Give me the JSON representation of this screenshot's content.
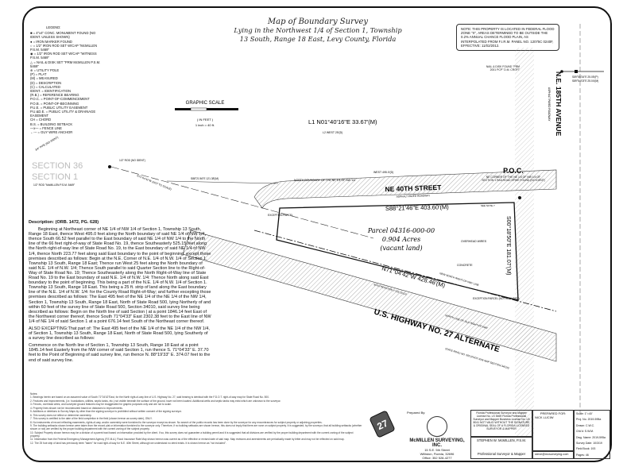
{
  "title": {
    "line1": "Map of Boundary Survey",
    "line2": "Lying in the Northwest 1/4 of Section 1, Township",
    "line3": "13 South, Range 18 East, Levy County, Florida"
  },
  "legend": {
    "heading": "LEGEND:",
    "items": [
      "■ = 4\"x4\" CONC. MONUMENT FOUND (NO IDENT. UNLESS SHOWN)",
      "● = IRON MARKER FOUND",
      "○ = 1/2\" IRON ROD SET W/CAP \"McMILLEN P.S.M. 5469\"",
      "◉ = 1/2\" IRON ROD SET W/CAP \"WITNESS P.S.M. 5469\"",
      "△ = NAIL & DISK SET \"PRM McMILLEN P.S.M. 5469\"",
      "⊕ = UTILITY POLE",
      "(P) = PLAT",
      "(M) = MEASURED",
      "(D) = DESCRIPTION",
      "(C) = CALCULATED",
      "IDENT. = IDENTIFICATION",
      "(R.B.) = REFERENCE BEARING",
      "P.O.C. = POINT-OF-COMMENCEMENT",
      "P.O.B. = POINT-OF-BEGINNING",
      "P.U.E. = PUBLIC UTILITY EASEMENT",
      "P.U.&D.E. = PUBLIC UTILITY & DRAINAGE EASEMENT",
      "CH = CHORD",
      "B.S. = BUILDING SETBACK",
      "—x— = FENCE LINE",
      "←--- = GUY WIRE ANCHOR"
    ]
  },
  "scale": {
    "title": "GRAPHIC SCALE",
    "unit": "( IN FEET )",
    "ratio": "1 inch = 40 ft."
  },
  "flood_note": "NOTE: THIS PROPERTY IS LOCATED IN FEDERAL FLOOD ZONE \"X\", AREAS DETERMINED TO BE OUTSIDE THE 0.2% ANNUAL CHANCE FLOOD PLAIN, AS INTERPOLATED FROM F.I.R.M. PANEL NO. 12075C 0240F, EFFECTIVE: 11/02/2012.",
  "map": {
    "l1": "L1  N01°40'16\"E  33.67'(M)",
    "l2": "L2  WEST 25'(D)",
    "street_north": "NE 40TH STREET",
    "street_north_sub": "ASPHALT PAVED ROADWAY",
    "avenue": "N.E. 185TH AVENUE",
    "avenue_sub": "ASPHALT PAVED ROADWAY",
    "highway": "U.S. HIGHWAY NO. 27 ALTERNATE",
    "highway_sub": "STATE ROAD NO. 500 (FDOT R/W MAP SECTION 34010)",
    "north_bearing": "S88°21'46\"E  403.60'(M)",
    "south_bearing": "N71°04'42\"W  428.46'(M)",
    "east_bearing": "S00°18'50\"E  181.07'(M)",
    "west_line": "WEST 495.0'(D)",
    "parcel": "Parcel 04316-000-00",
    "acres": "0.904 Acres",
    "vacant": "(vacant land)",
    "poc": "P.O.C.",
    "poc_desc": "NE CORNER OF THE NE 1/4 OF NW 1/4 OF SECTION 1 RAILROAD SPIKE FOUND (NO IDENT)",
    "section36": "SECTION 36",
    "section1": "SECTION 1",
    "nail_found": "NAIL & DISK FOUND \"PRM 2001 PCP\" D.M. CROFT",
    "ties": [
      "S89°55'34\"E 25.05'(P)",
      "S89°54'03\"E 25.04'(M)"
    ],
    "labels": {
      "concrete": "CONCRETE",
      "overhead": "OVERHEAD WIRES",
      "new_row": "NEW NORTH RIGHT-OF-WAY LINE",
      "exception": "EXCEPTION PARCEL (NOT INCLUDED)",
      "exception2": "EXCEPTION PARCEL",
      "old_row": "NORTH LINE OF OLD RIGHT-OF-WAY",
      "see_note": "SEE NOTE 7",
      "north_bound": "NORTH BOUNDARY OF THE NE 1/4 OF NW 1/4",
      "rod": "1/2\" ROD (NO IDENT)",
      "rod2": "1/2\" ROD \"McMILLEN P.S.M. 5469\"",
      "pipe": "3/4\" PIPE (NO IDENT)",
      "tie1": "S88°21'46\"E 121.38'(M)",
      "tie2": "N71°04'42\"W (NOT TO SCALE)",
      "se": "SOUTHEASTERLY 525.15'(D)",
      "hwy_shield": "27"
    }
  },
  "description": {
    "heading": "Description:  (ORB. 1472, PG. 628)",
    "p1": "Beginning at Northeast corner of NE 1/4 of NW 1/4 of Section 1, Township 13 South, Range 18 East, thence West 495.0 feet along the North boundary of said NE 1/4 of NW 1/4, thence South 66.52 feet parallel to the East boundary of said NE 1/4 of NW 1/4 to the North line of the 66 feet right-of-way of State Road No. 19, thence Southeasterly 525.15 feet along the North right-of-way line of State Road No. 19, to the East boundary of said NE 1/4 of NW 1/4, thence North 223.77 feet along said East boundary to the point of beginning: except those premises described as follows: Begin at the N.E. Corner of N.E. 1/4 of N.W. 1/4 of Section 1, Township 13 South, Range 18 East; Thence run West 25 feet along the North boundary of said N.E. 1/4 of N.W. 1/4; Thence South parallel to said Quarter Section line to the Right-of-Way of State Road No. 19; Thence Southeasterly along the North Right-of-Way line of State Road No. 19 to the East boundary of said N.E. 1/4 of N.W. 1/4: Thence North along said East boundary to the point of beginning. This being a part of the N.E. 1/4 of N.W. 1/4 of Section 1. Township 13 South, Range 18 East. This being a 25 ft. strip of land along the East boundary line of the N.E. 1/4 of N.W. 1/4: for the County Road Right-of-Way; and further excepting those premises described as follows: The East 495 feet of the NE 1/4 of the NE 1/4 of the NW 1/4, Section 1, Township 13 South, Range 18 East, North of State Road 500, lying Northerly of and within 60 feet of the survey line of State Road 500, Section 34010, said survey line being described as follows: Begin on the North line of said Section | at a point 1846.14 feet East of the Northwest corner thereof, thence South 71°04'33\" East 2302.38 feet to the East line of NW 1/4 of NE 1/4 of said Section 1 at a point 676.14 feet South of the Northeast corner thereof.",
    "p2": "ALSO EXCEPTING:That part of: The East 495 feet of the NE 1/4 of the NE 1/4 of the NW 1/4, of Section 1, Township 13 South, Range 18 East, North of State Road 500, lying Southerly of a survey line described as follows:",
    "p3": "Commence on the North line of Section 1, Township 13 South, Range 18 East at a point 1845.14 feet Easterly from the NW corner of said Section 1, run thence S. 71°04'33\" E. 37.70 feet to the Point of Beginning of said survey line, run thence N. 88°19'33\" E. 374.07 feet to the end of said survey line."
  },
  "notes": {
    "heading": "Notes:",
    "items": [
      "1. Bearings herein are based on an assumed value of South 71°04'42\"East, for the North right-of-way line of U.S. Highway No. 27, said bearing is identical with the F.D.O.T. right-of-way map for State Road No. 500.",
      "2. Features and improvements, (i.e. foundations, utilities, septic tanks, etc.) not visible beneath the surface of the ground, have not been located. Additional wells and septic tanks may exist which are unknown to the surveyor.",
      "3. Fences, overhead wires, and surveyed ground features may be exaggerated for graphic purposes only and are not to scale.",
      "4. Property lines shown not be reconstructed based on distances to improvements.",
      "5. Additions or deletions to Survey Maps by other than the signing surveyor is prohibited without written consent of the signing surveyor.",
      "6. This survey does not reflect or determine ownership.",
      "7. This survey is certified to the date of the field completion in the field (shown hereon as survey date), ONLY.",
      "8. No instruments of record reflecting easements, rights-of-way, and/or ownership were furnished to the surveyor except as shown. No search of the public records has been done by the surveyor for any encumbrances for subject property or adjoining properties.",
      "9. The building setbacks shown hereon were taken from the record plat or information furnished to the surveyor only. Therefore, if no building setbacks are shown hereon, this does not imply that there are none on subject property. It is suggested, by the surveyor, that all building setbacks (whether shown or not) are verified by the proper building department with the current zoning of the subject property.",
      "10. Subject Property shown hereon may be a division of a parent tract based on information provided by the client. If so, this survey does not guarantee a building permit and it is suggested that all divisions are verified by the proper building department with the current zoning of the subject property.",
      "11. Information from the Federal Emergency Management Agency (F.E.M.A.) Flood Insurance Rate Map shown hereon was current as of the effective or revised date of said map. Map revisions and amendments are periodically made by letter and may not be reflected on said map.",
      "12. The 25 foot strip of land has previously been \"taken\" for road right-of-way for N.E. 40th Street, although we understand no deed exists. It is shown hereon as \"not included\"."
    ]
  },
  "title_block": {
    "prepared_by": "Prepared By:",
    "company": "McMILLEN SURVEYING, INC.",
    "address1": "15 S.E. 5th Street",
    "address2": "Williston, Florida, 32696",
    "phone": "Office: 352 528-4277",
    "license": "Florida Professional Surveyor and Mapper License No. LS 5469 Florida Professional Surveyor and Mapper Business License No. LB 8041 NOT VALID WITHOUT THE SIGNATURE & ORIGINAL SEAL OF A FLORIDA LICENSED SURVEYOR & MAPPER",
    "surveyor": "STEPHEN W. McMILLEN, P.S.M.",
    "role": "Professional Surveyor & Mapper",
    "prepared_for_label": "PREPARED FOR:",
    "client": "NICK LUCIW",
    "email": "steve@mcsurveying.com",
    "info": [
      "Scale: 1\"=40'",
      "Proj. No. 2019-595a",
      "Drawn: C.W.C.",
      "Chk'd: S.W.M.",
      "Dwg. Name: 2019-595a",
      "Survey Date: 10/3/19",
      "Field Book: 193",
      "Pages: 46"
    ]
  }
}
